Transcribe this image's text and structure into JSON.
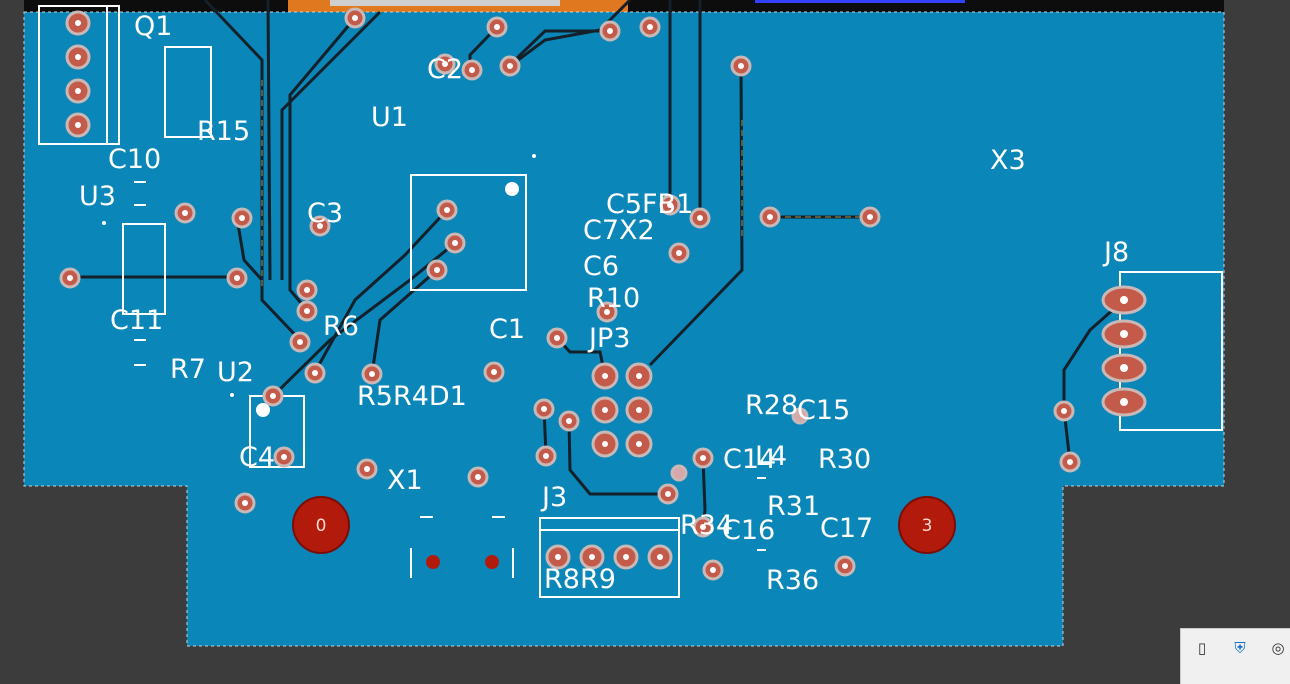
{
  "colors": {
    "background": "#3c3c3c",
    "board_fill": "#0b86b8",
    "top_copper": "#e07820",
    "silkscreen": "#ffffff",
    "pad": "#c45a4a",
    "mounting_hole": "#b21a0c"
  },
  "designators": {
    "q1": "Q1",
    "r15": "R15",
    "c10": "C10",
    "u3": "U3",
    "c11": "C11",
    "r7": "R7",
    "u2": "U2",
    "c4": "C4",
    "u1": "U1",
    "c2": "C2",
    "c3": "C3",
    "r6": "R6",
    "r5r4d1": "R5R4D1",
    "x1": "X1",
    "c1": "C1",
    "c5fb1": "C5FB1",
    "c7x2": "C7X2",
    "c6": "C6",
    "r10": "R10",
    "jp3": "JP3",
    "j3": "J3",
    "r8r9": "R8R9",
    "r28": "R28",
    "c15": "C15",
    "c14": "C14",
    "l4": "L4",
    "r30": "R30",
    "r31": "R31",
    "r34": "R34",
    "c16": "C16",
    "c17": "C17",
    "r36": "R36",
    "x3": "X3",
    "j8": "J8"
  },
  "mounting_holes": {
    "left": "0",
    "right": "3"
  },
  "tray": {
    "icons": [
      "usb-drive-icon",
      "security-shield-icon",
      "network-icon"
    ]
  }
}
